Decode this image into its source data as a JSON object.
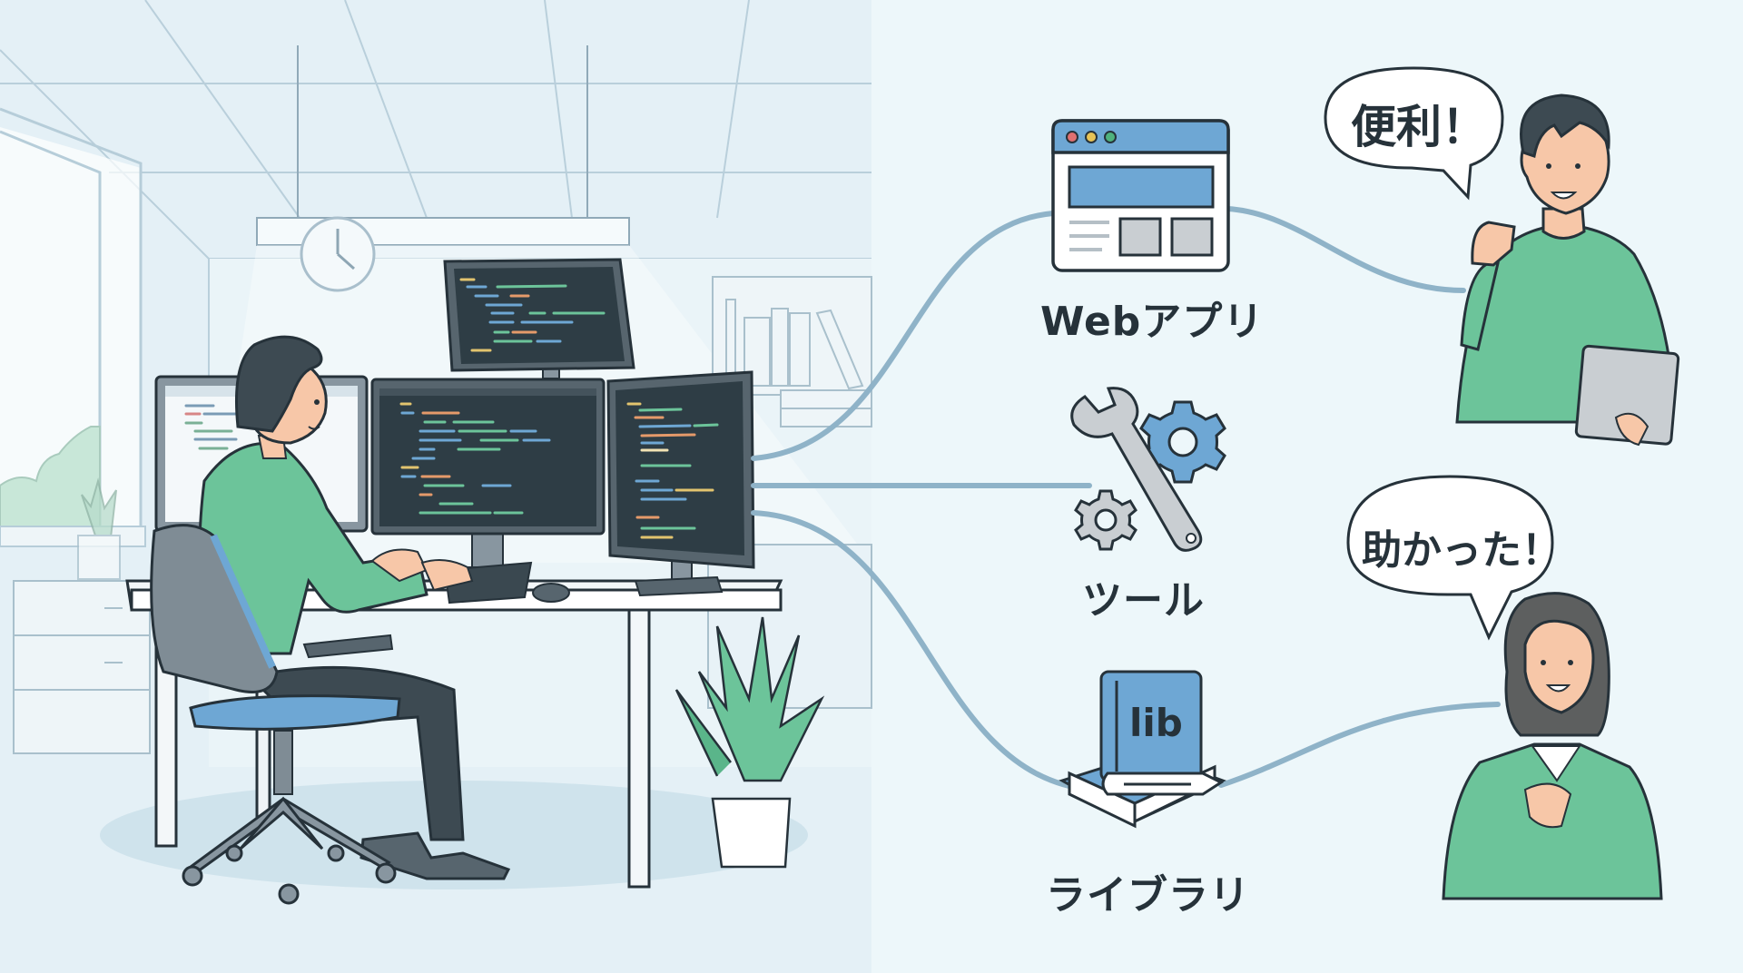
{
  "scene": {
    "title": "Developer building tools for users",
    "left_panel": {
      "description": "Office scene with a developer coding at a multi-monitor desk",
      "elements": [
        "ceiling-light",
        "wall-clock",
        "window",
        "bookshelf",
        "developer",
        "office-chair",
        "desk",
        "monitors",
        "keyboard",
        "mouse",
        "potted-plant",
        "side-cabinet"
      ]
    },
    "outputs": [
      {
        "label": "Webアプリ",
        "icon": "browser-window-icon"
      },
      {
        "label": "ツール",
        "icon": "wrench-gears-icon"
      },
      {
        "label": "ライブラリ",
        "icon": "book-lib-icon",
        "icon_text": "lib"
      }
    ],
    "users": [
      {
        "speech": "便利！",
        "description": "man in green sweater holding a laptop, fist raised"
      },
      {
        "speech": "助かった！",
        "description": "woman in green sweater with clasped hands"
      }
    ]
  },
  "colors": {
    "background_left": "#e3f0f6",
    "background_right": "#eef7fa",
    "connector": "#8fb3c8",
    "outline": "#26323a",
    "sweater_green": "#6cc49a",
    "accent_blue": "#6ea7d4",
    "screen_dark": "#2e3d45",
    "skin": "#f7c7a8"
  }
}
